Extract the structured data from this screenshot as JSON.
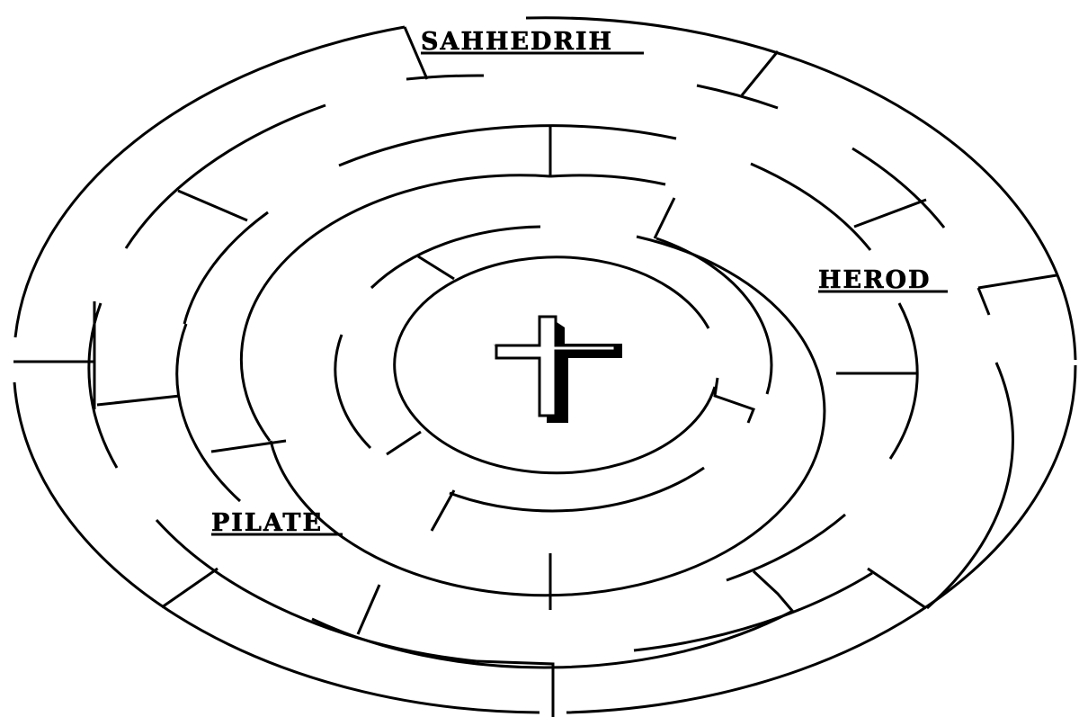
{
  "maze": {
    "labels": {
      "top": "SAHHEDRIH",
      "right": "HEROD",
      "left": "PILATE"
    },
    "center_symbol": "cross-icon"
  }
}
